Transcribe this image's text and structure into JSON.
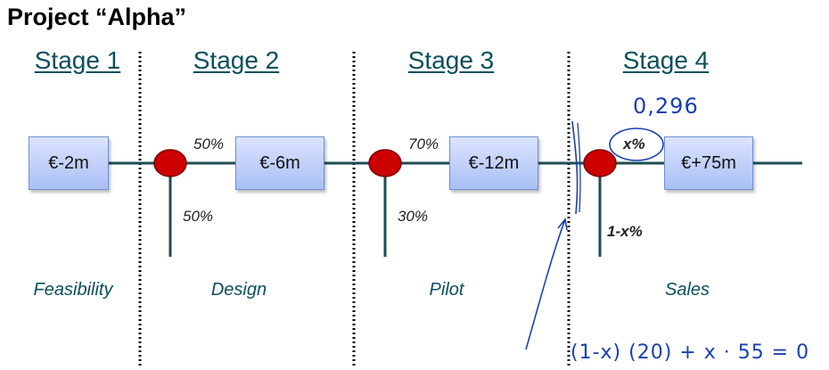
{
  "title": "Project “Alpha”",
  "stages": [
    {
      "label": "Stage 1",
      "phase": "Feasibility"
    },
    {
      "label": "Stage 2",
      "phase": "Design"
    },
    {
      "label": "Stage 3",
      "phase": "Pilot"
    },
    {
      "label": "Stage 4",
      "phase": "Sales"
    }
  ],
  "boxes": [
    "€-2m",
    "€-6m",
    "€-12m",
    "€+75m"
  ],
  "probabilities": {
    "design_success": "50%",
    "design_fail": "50%",
    "pilot_success": "70%",
    "pilot_fail": "30%",
    "sales_success": "x%",
    "sales_fail": "1-x%"
  },
  "handwriting": {
    "value": "0,296",
    "equation": "(1-x) (20) + x · 55 = 0"
  },
  "colors": {
    "timeline": "#1f4d52",
    "node": "#cc0000",
    "text": "#0b4f5c",
    "ink": "#1a3fb0"
  }
}
